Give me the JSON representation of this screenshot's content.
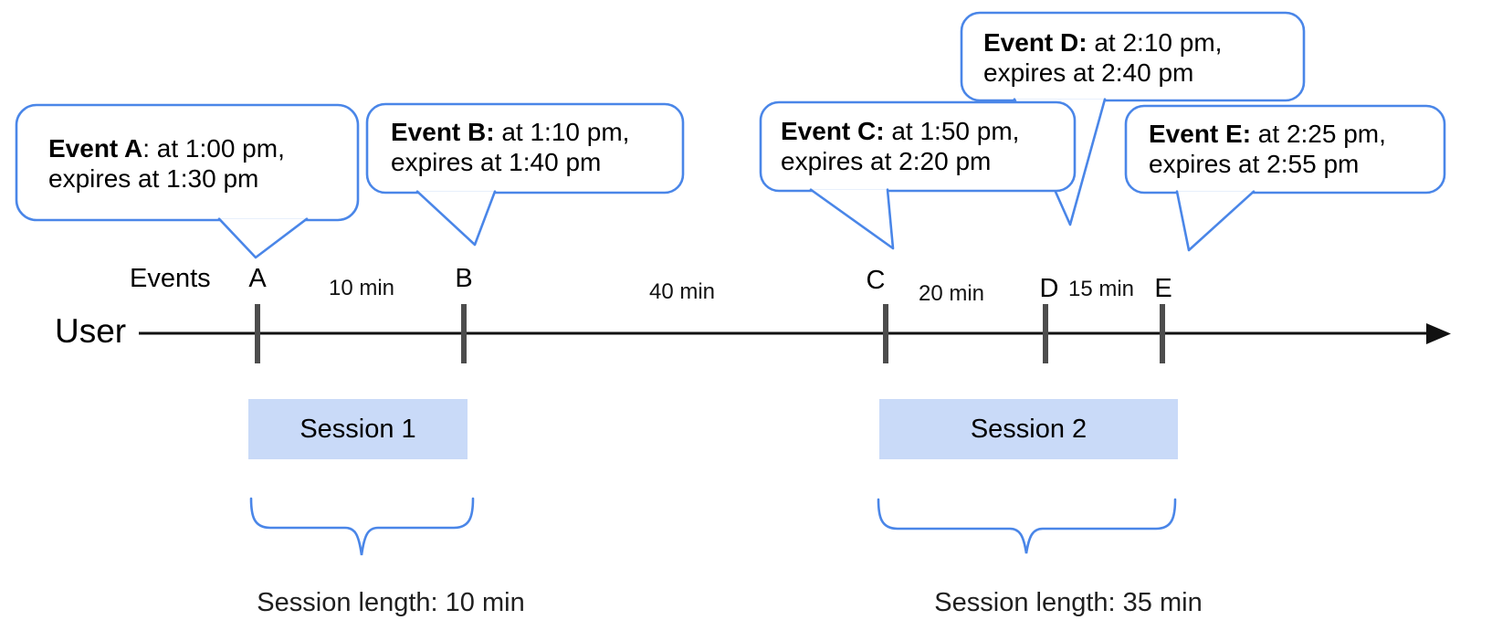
{
  "bubbles": [
    {
      "bold": "Event A",
      "rest": ": at 1:00 pm,",
      "line2": "expires at 1:30 pm"
    },
    {
      "bold": "Event B:",
      "rest": " at 1:10 pm,",
      "line2": "expires at 1:40 pm"
    },
    {
      "bold": "Event C:",
      "rest": " at 1:50 pm,",
      "line2": "expires at 2:20 pm"
    },
    {
      "bold": "Event D:",
      "rest": " at 2:10 pm,",
      "line2": "expires at 2:40 pm"
    },
    {
      "bold": "Event E:",
      "rest": " at 2:25 pm,",
      "line2": "expires at 2:55 pm"
    }
  ],
  "timeline": {
    "events_label": "Events",
    "user_label": "User",
    "ticks": [
      {
        "label": "A"
      },
      {
        "label": "B"
      },
      {
        "label": "C"
      },
      {
        "label": "D"
      },
      {
        "label": "E"
      }
    ],
    "gaps": [
      {
        "label": "10 min"
      },
      {
        "label": "40 min"
      },
      {
        "label": "20 min"
      },
      {
        "label": "15 min"
      }
    ]
  },
  "sessions": [
    {
      "label": "Session 1",
      "length_label": "Session length: 10 min"
    },
    {
      "label": "Session 2",
      "length_label": "Session length: 35 min"
    }
  ],
  "colors": {
    "accent_blue": "#4a86e8",
    "session_fill": "#c9daf8",
    "tick_gray": "#4d4d4d",
    "axis_black": "#111111"
  }
}
